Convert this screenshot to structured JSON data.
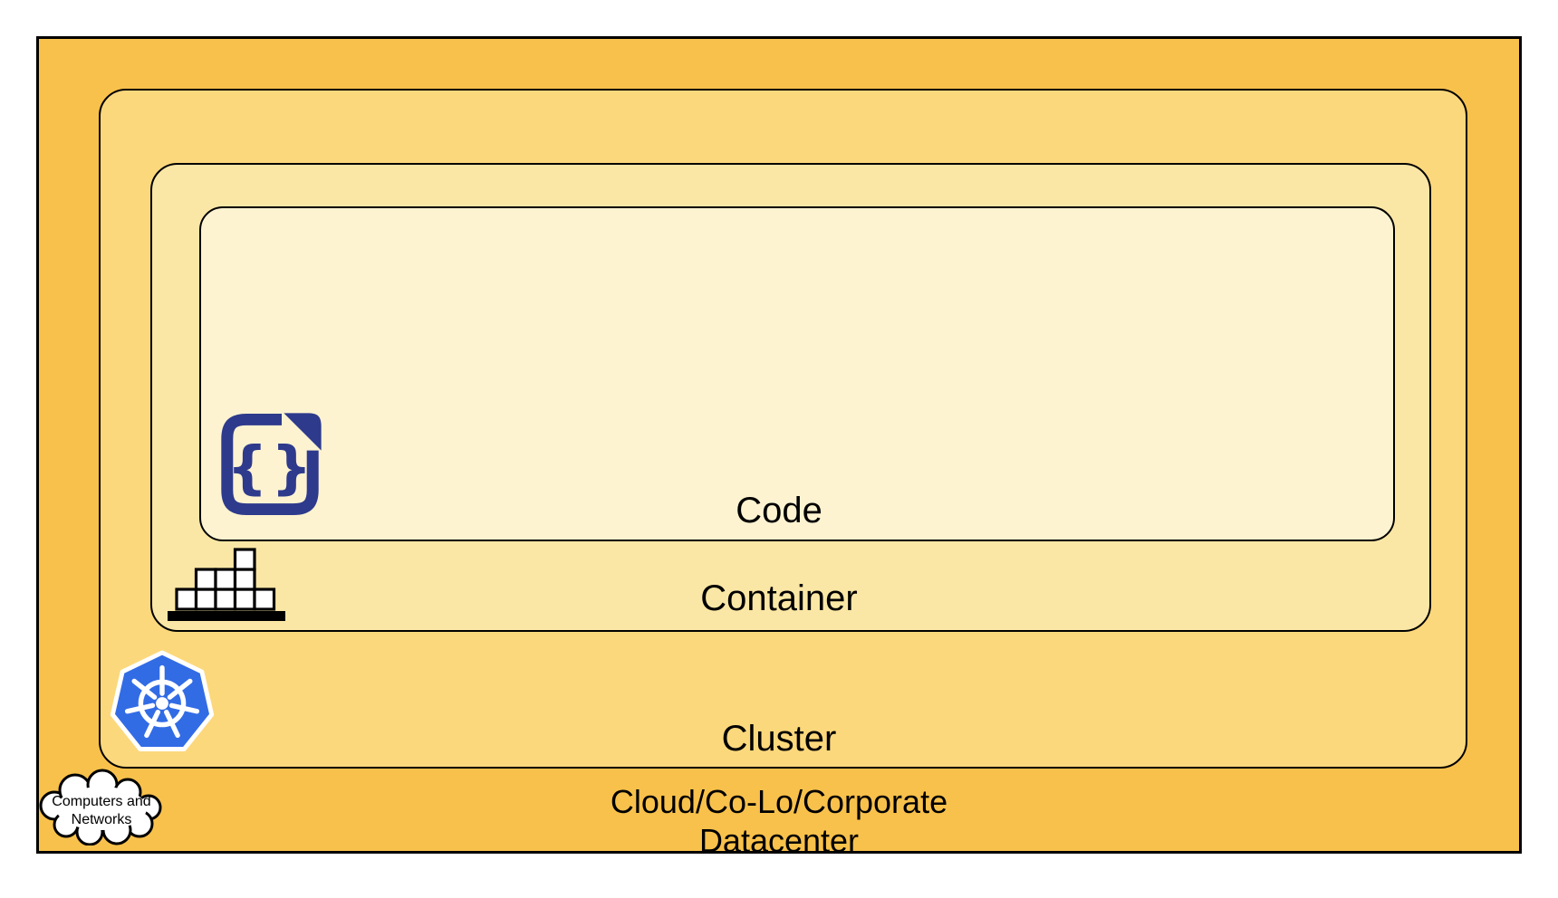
{
  "diagram": {
    "layers": [
      {
        "name": "datacenter",
        "label": "Cloud/Co-Lo/Corporate",
        "label_line2": "Datacenter",
        "fill": "#F8C14B"
      },
      {
        "name": "cluster",
        "label": "Cluster",
        "fill": "#FCD87C"
      },
      {
        "name": "container",
        "label": "Container",
        "fill": "#FBE7A5"
      },
      {
        "name": "code",
        "label": "Code",
        "fill": "#FDF3D1"
      }
    ],
    "cloud_callout": {
      "line1": "Computers and",
      "line2": "Networks"
    },
    "code_icon_glyph": "{}",
    "icons": {
      "code_file": {
        "name": "code-file-icon",
        "color": "#2E3A8C"
      },
      "container_blocks": {
        "name": "container-blocks-icon",
        "color": "#000000"
      },
      "kubernetes": {
        "name": "kubernetes-icon",
        "color": "#326CE5"
      },
      "cloud": {
        "name": "cloud-icon",
        "color": "#FFFFFF"
      }
    },
    "colors": {
      "border": "#000000",
      "page_background": "#FFFFFF",
      "label_text": "#000000"
    }
  }
}
